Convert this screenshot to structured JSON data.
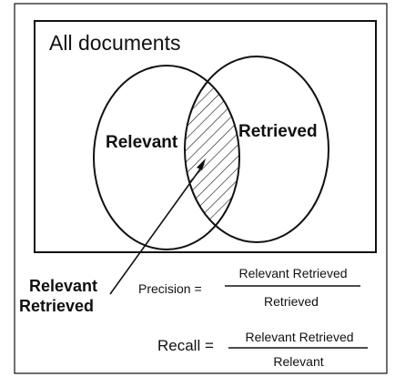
{
  "diagram": {
    "title": "All documents",
    "circle_left_label": "Relevant",
    "circle_right_label": "Retrieved",
    "intersection_label_line1": "Relevant",
    "intersection_label_line2": "Retrieved",
    "precision": {
      "lhs": "Precision =",
      "numerator": "Relevant Retrieved",
      "denominator": "Retrieved"
    },
    "recall": {
      "lhs": "Recall =",
      "numerator": "Relevant Retrieved",
      "denominator": "Relevant"
    }
  }
}
